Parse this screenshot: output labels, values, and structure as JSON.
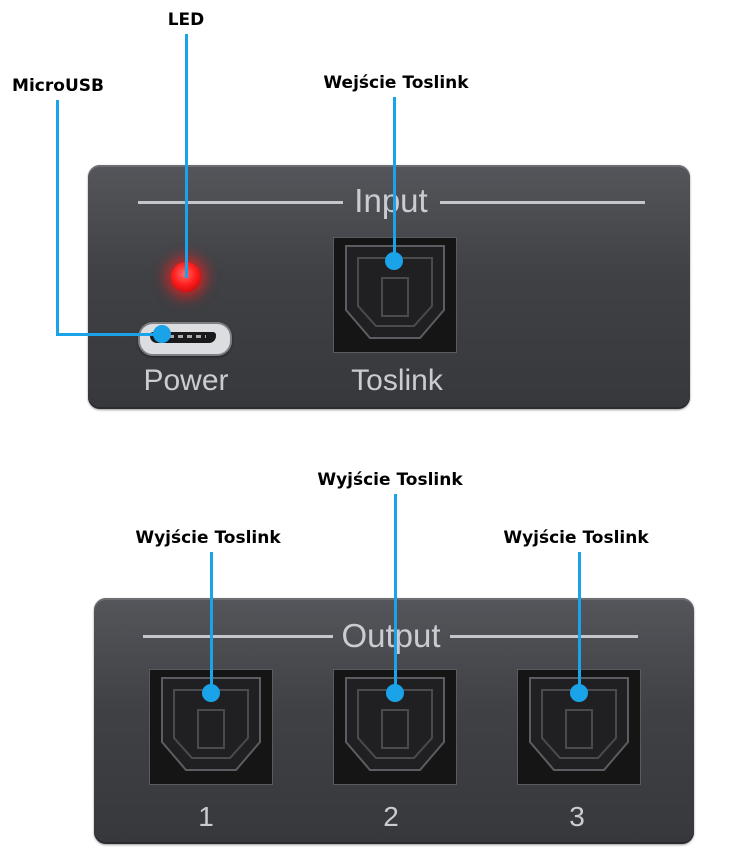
{
  "callouts": {
    "led": "LED",
    "microusb": "MicroUSB",
    "input_toslink": "Wejście Toslink",
    "output_1": "Wyjście Toslink",
    "output_2": "Wyjście Toslink",
    "output_3": "Wyjście Toslink"
  },
  "input_panel": {
    "title": "Input",
    "power_label": "Power",
    "toslink_label": "Toslink"
  },
  "output_panel": {
    "title": "Output",
    "ports": [
      "1",
      "2",
      "3"
    ]
  },
  "colors": {
    "callout_line": "#1aa3e8",
    "panel": "#424448",
    "led": "#ff1f1f"
  }
}
